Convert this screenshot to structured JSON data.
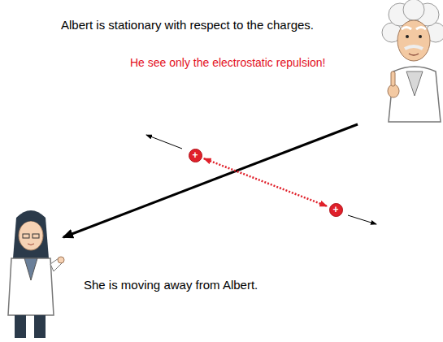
{
  "diagram": {
    "nodes": [
      {
        "text": [
          "+"
        ]
      },
      {
        "text": [
          "+"
        ]
      }
    ],
    "edges": [
      {
        "from": 0,
        "to": 1,
        "arrow": "both"
      }
    ],
    "labels": [
      "Albert is stationary with respect to the charges.",
      "He see only the electrostatic repulsion!",
      "She is moving away from Albert."
    ]
  }
}
